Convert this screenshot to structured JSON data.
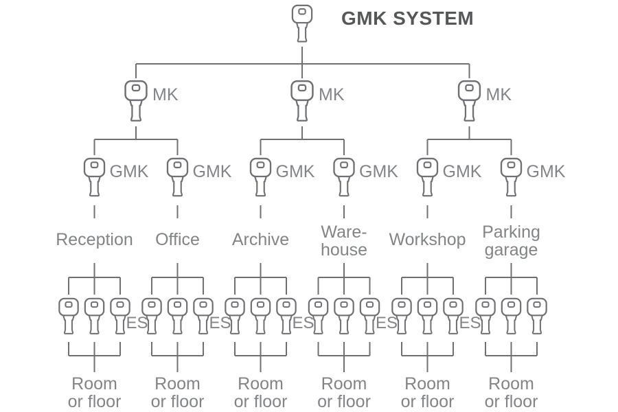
{
  "title": "GMK SYSTEM",
  "labels": {
    "mk": "MK",
    "gmk": "GMK",
    "es": "ES",
    "room_line1": "Room",
    "room_line2": "or floor"
  },
  "branches": [
    {
      "lines": [
        "Reception"
      ],
      "has_es": true
    },
    {
      "lines": [
        "Office"
      ],
      "has_es": true
    },
    {
      "lines": [
        "Archive"
      ],
      "has_es": true
    },
    {
      "lines": [
        "Ware-",
        "house"
      ],
      "has_es": true
    },
    {
      "lines": [
        "Workshop"
      ],
      "has_es": true
    },
    {
      "lines": [
        "Parking",
        "garage"
      ],
      "has_es": false
    }
  ],
  "colors": {
    "line": "#6f7073",
    "label": "#828487",
    "title": "#555759",
    "background": "#ffffff"
  }
}
